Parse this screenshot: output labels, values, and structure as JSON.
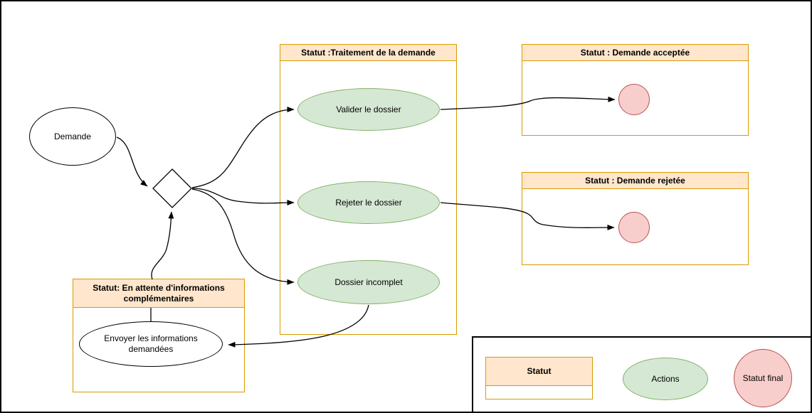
{
  "diagram": {
    "containers": {
      "traitement": {
        "title": "Statut :Traitement de la demande"
      },
      "acceptee": {
        "title": "Statut : Demande acceptée"
      },
      "rejetee": {
        "title": "Statut : Demande rejetée"
      },
      "attente": {
        "title": "Statut: En attente d'informations complémentaires"
      }
    },
    "nodes": {
      "demande": {
        "label": "Demande"
      },
      "valider": {
        "label": "Valider le dossier"
      },
      "rejeter": {
        "label": "Rejeter le dossier"
      },
      "incomplet": {
        "label": "Dossier incomplet"
      },
      "envoyer": {
        "label": "Envoyer les informations demandées"
      }
    },
    "legend": {
      "statut": "Statut",
      "actions": "Actions",
      "statut_final": "Statut final"
    },
    "colors": {
      "status_header_fill": "#FFE6CC",
      "status_border": "#D79B00",
      "action_fill": "#D5E8D4",
      "action_border": "#82B366",
      "final_fill": "#F8CECC",
      "final_border": "#B85450",
      "edge": "#000000"
    }
  }
}
